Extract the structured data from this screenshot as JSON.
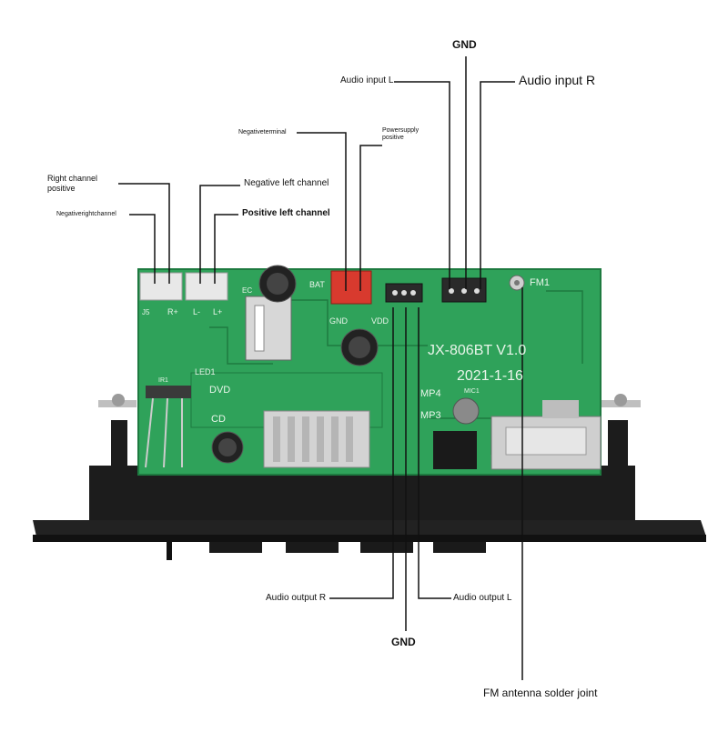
{
  "labels": {
    "gnd_top": "GND",
    "audio_input_l": "Audio input L",
    "audio_input_r": "Audio input R",
    "negative_terminal": "Negativeterminal",
    "power_supply_positive_1": "Powersupply",
    "power_supply_positive_2": "positive",
    "right_channel_positive_1": "Right channel",
    "right_channel_positive_2": "positive",
    "negative_left_channel": "Negative left channel",
    "negative_right_channel": "Negativerightchannel",
    "positive_left_channel": "Positive left channel",
    "audio_output_r": "Audio output R",
    "audio_output_l": "Audio output L",
    "gnd_bottom": "GND",
    "fm_antenna": "FM antenna solder joint"
  },
  "board_text": {
    "model": "JX-806BT V1.0",
    "date": "2021-1-16",
    "fm": "FM1",
    "bat": "BAT",
    "gnd": "GND",
    "vdd": "VDD",
    "led": "LED1",
    "dvd": "DVD",
    "cd": "CD",
    "mp4": "MP4",
    "mp3": "MP3",
    "mic": "MIC1",
    "ir": "IR1",
    "j5": "J5",
    "r_plus": "R+",
    "l_minus": "L-",
    "l_plus": "L+",
    "ec": "EC"
  },
  "colors": {
    "pcb": "#2fa25a",
    "pcb_dark": "#1e7a40",
    "panel": "#1c1c1c",
    "connector_white": "#e8e8e8",
    "connector_red": "#d83a2e",
    "leader_line": "#111111"
  }
}
